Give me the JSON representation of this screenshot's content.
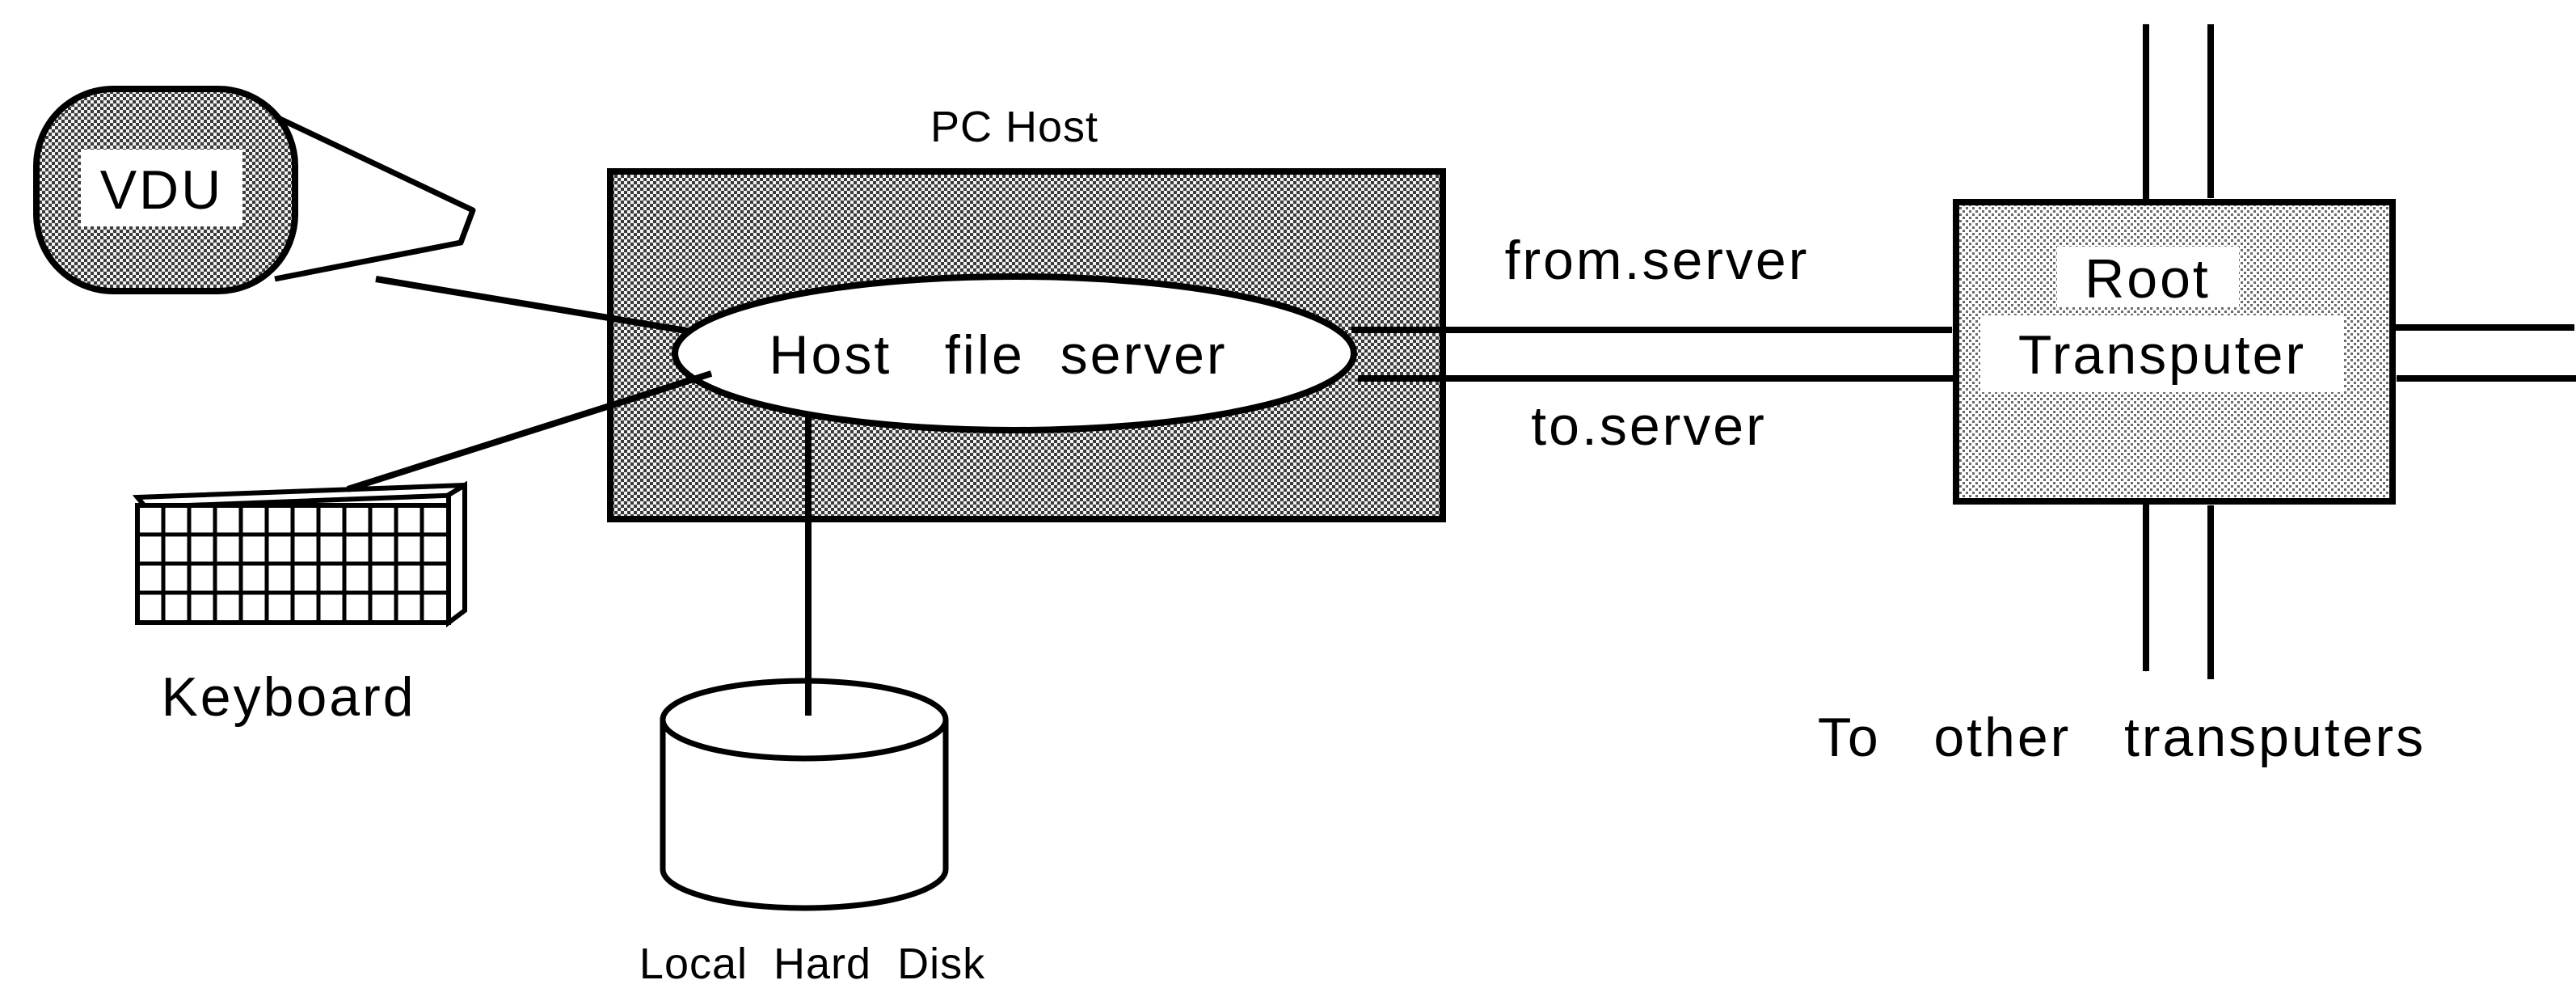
{
  "vdu": {
    "label": "VDU"
  },
  "keyboard": {
    "label": "Keyboard"
  },
  "pc_host": {
    "label": "PC Host",
    "server_label": "Host   file  server"
  },
  "disk": {
    "label": "Local  Hard  Disk"
  },
  "links": {
    "from_server": "from.server",
    "to_server": "to.server"
  },
  "root": {
    "line1": "Root",
    "line2": "Transputer"
  },
  "other": {
    "label": "To   other   transputers"
  }
}
